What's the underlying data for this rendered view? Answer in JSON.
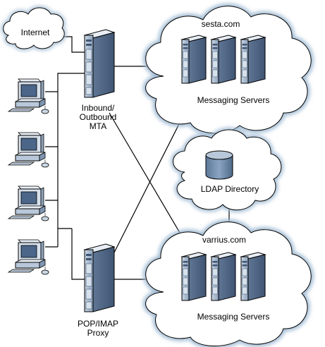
{
  "colors": {
    "cloud_fill": "#ffffff",
    "cloud_outline": "#7da7c9",
    "cloud_glow": "#cfe1ef",
    "server_front": "#9fb2c8",
    "server_panel": "#6f88a6",
    "server_top": "#e6ecf3",
    "line": "#000000"
  },
  "labels": {
    "internet": "Internet",
    "mta_line1": "Inbound/",
    "mta_line2": "Outbound",
    "mta_line3": "MTA",
    "proxy_line1": "POP/IMAP",
    "proxy_line2": "Proxy",
    "sesta_domain": "sesta.com",
    "sesta_servers": "Messaging Servers",
    "ldap": "LDAP Directory",
    "varrius_domain": "varrius.com",
    "varrius_servers": "Messaging Servers"
  },
  "icons": {
    "internet": "cloud-icon",
    "mta": "server-tower-icon",
    "proxy": "server-tower-icon",
    "workstation": "desktop-computer-icon",
    "ldap": "database-cylinder-icon"
  },
  "workstations": 4
}
